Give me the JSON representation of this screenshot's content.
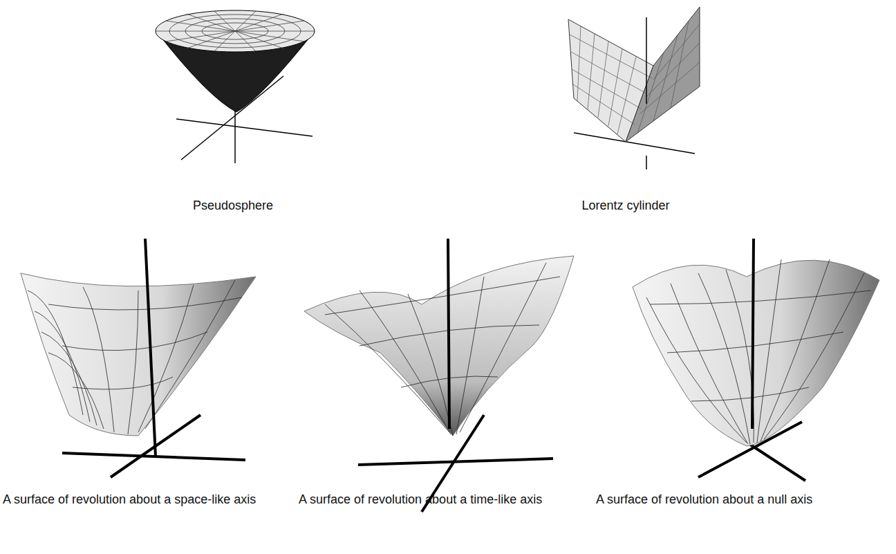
{
  "diagram": {
    "labels": [
      "Pseudosphere",
      "Lorentz cylinder",
      "A surface of revolution about a space-like axis",
      "A surface of revolution about a time-like axis",
      "A surface of revolution about a null axis"
    ]
  }
}
